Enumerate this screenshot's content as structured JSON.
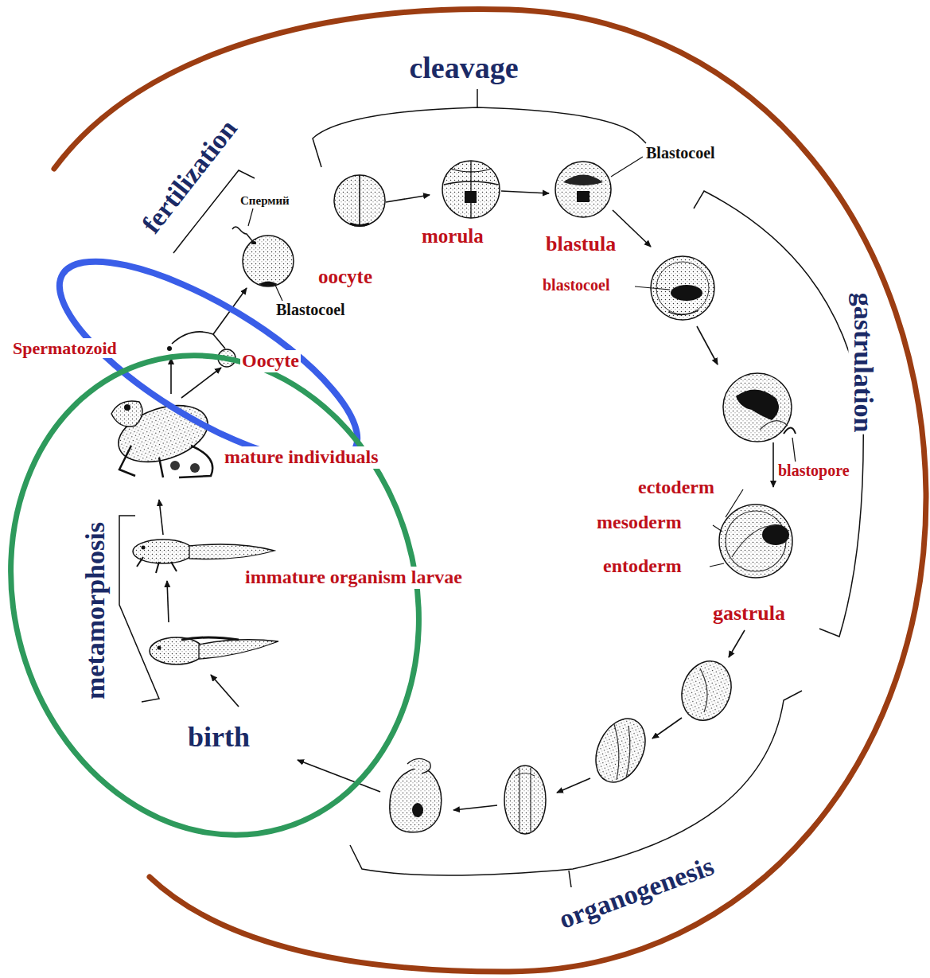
{
  "diagram": {
    "labels": [
      "cleavage",
      "fertilization",
      "Спермий",
      "Blastocoel",
      "morula",
      "blastula",
      "oocyte",
      "blastocoel",
      "Blastocoel",
      "Spermatozoid",
      "Oocyte",
      "gastrulation",
      "blastopore",
      "mature individuals",
      "ectoderm",
      "mesoderm",
      "metamorphosis",
      "entoderm",
      "immature organism larvae",
      "gastrula",
      "birth",
      "organogenesis"
    ]
  }
}
